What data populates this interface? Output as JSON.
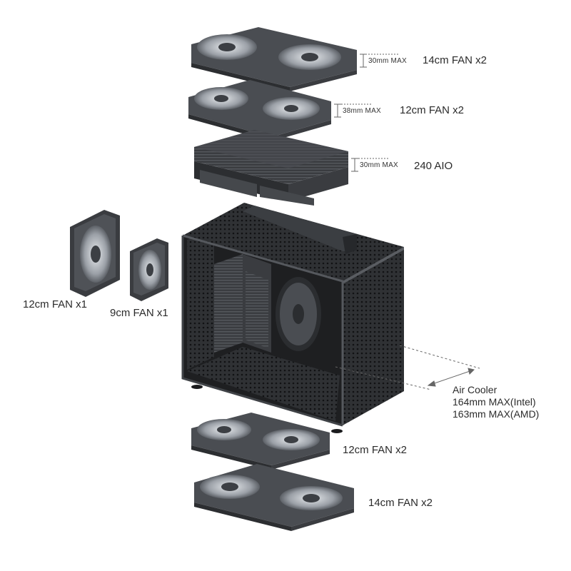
{
  "labels": {
    "top_fan": "14cm FAN x2",
    "second_fan": "12cm FAN x2",
    "aio": "240 AIO",
    "side_fan_large": "12cm FAN x1",
    "side_fan_small": "9cm FAN x1",
    "bottom_fan_upper": "12cm FAN x2",
    "bottom_fan_lower": "14cm FAN x2"
  },
  "dimensions": {
    "top_fan_height": "30mm MAX",
    "second_fan_height": "38mm MAX",
    "aio_height": "30mm MAX"
  },
  "air_cooler": {
    "title": "Air Cooler",
    "intel": "164mm MAX(Intel)",
    "amd": "163mm MAX(AMD)"
  },
  "colors": {
    "chassis": "#2e3033",
    "fan_frame": "#4a4d52",
    "blade": "#8a8f96",
    "text": "#2b2b2b"
  }
}
